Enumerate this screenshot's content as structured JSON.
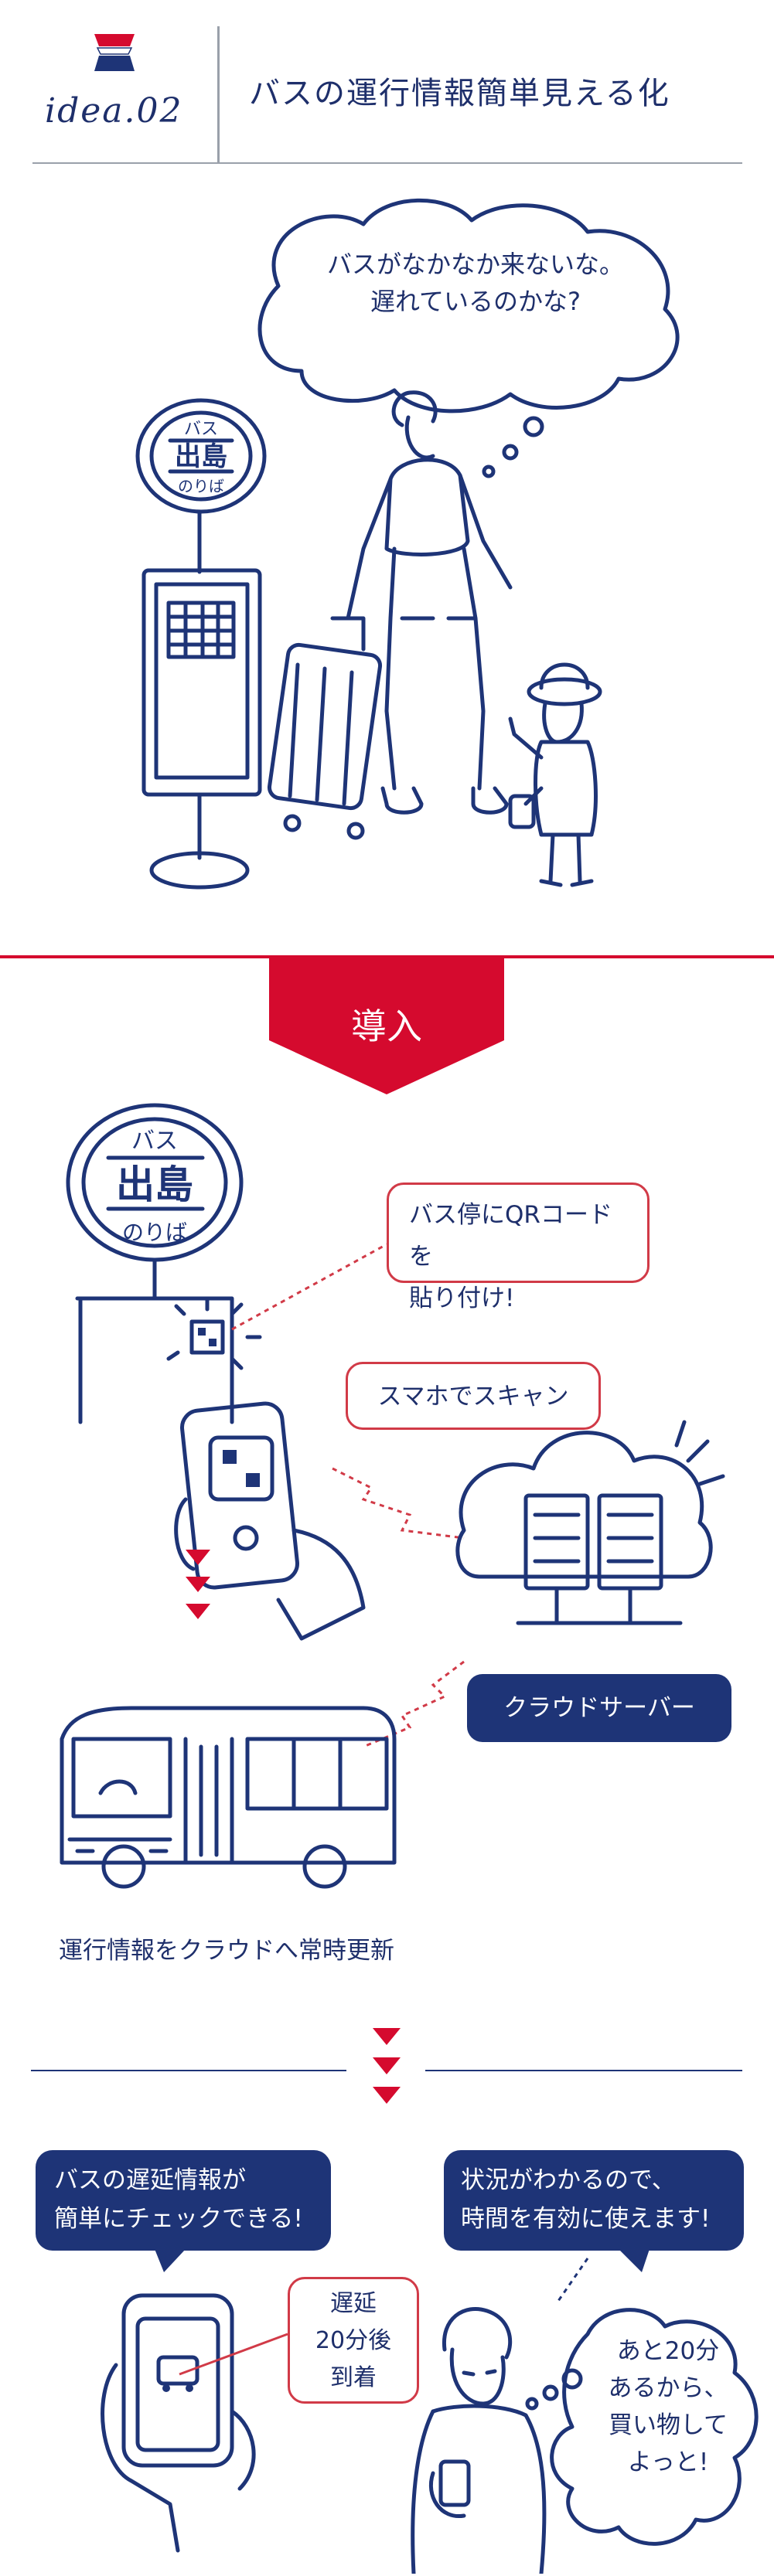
{
  "header": {
    "brand": "idea.02",
    "title": "バスの運行情報簡単見える化"
  },
  "scene_before": {
    "thought": "バスがなかなか来ないな。\n遅れているのかな?",
    "sign_top": "バス",
    "sign_main": "出島",
    "sign_bottom": "のりば"
  },
  "intro": {
    "label": "導入"
  },
  "flow": {
    "qr_callout": "バス停にQRコードを\n貼り付け!",
    "scan_callout": "スマホでスキャン",
    "cloud_server": "クラウドサーバー",
    "update_label": "運行情報をクラウドへ常時更新"
  },
  "result": {
    "bubble_delay": "バスの遅延情報が\n簡単にチェックできる!",
    "bubble_status": "状況がわかるので、\n時間を有効に使えます!",
    "delay_card": "遅延\n20分後\n到着",
    "thought": "あと20分\nあるから、\n買い物して\nよっと!"
  },
  "colors": {
    "navy": "#1e3477",
    "red": "#d50a2e",
    "gray_rule": "#9aa0aa"
  }
}
